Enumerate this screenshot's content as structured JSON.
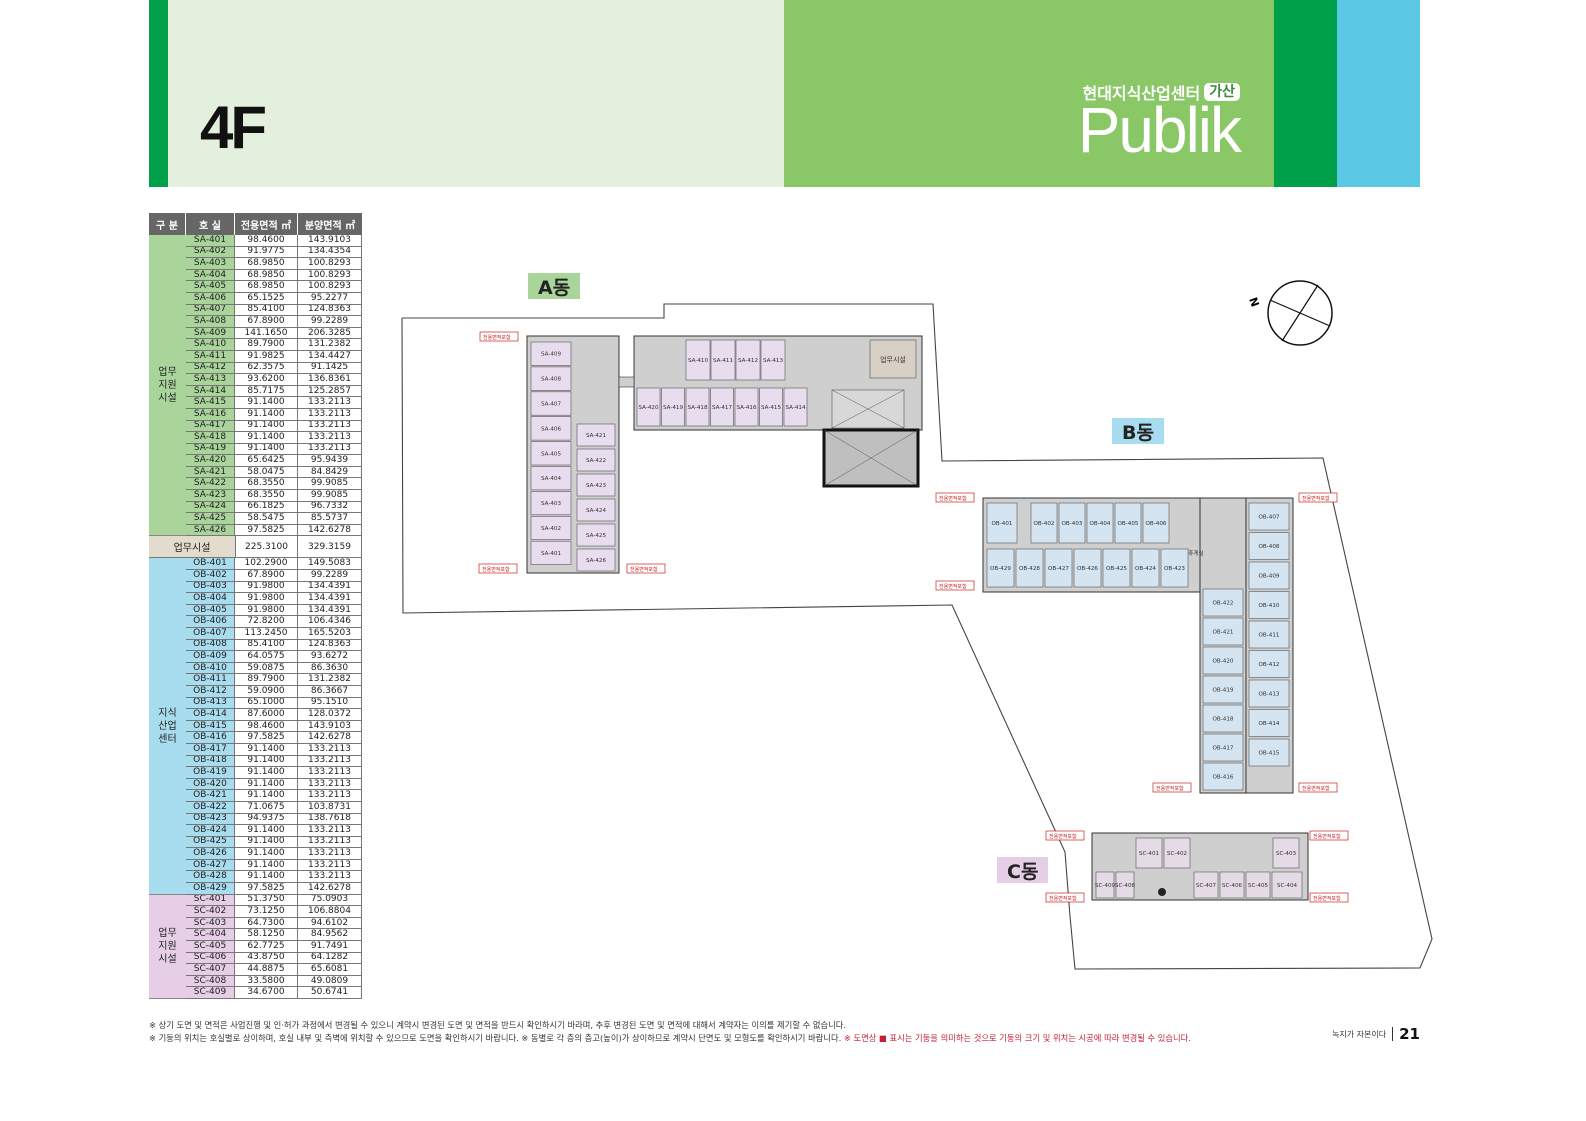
{
  "header": {
    "floor": "4F",
    "brand_sub": "현대지식산업센터",
    "brand_badge": "가산",
    "brand": "Publik"
  },
  "colors": {
    "green_dark": "#00a04a",
    "green_light": "#8ac766",
    "green_pale": "#e4f0de",
    "cyan": "#5bc8e6",
    "sa": "#a9d49a",
    "ob": "#a8dcef",
    "sc": "#e6cfe6"
  },
  "table": {
    "headers": [
      "구 분",
      "호 실",
      "전용면적 ㎡",
      "분양면적 ㎡"
    ],
    "groups": [
      {
        "key": "sa",
        "label": "업무\n지원\n시설",
        "rows": [
          [
            "SA-401",
            "98.4600",
            "143.9103"
          ],
          [
            "SA-402",
            "91.9775",
            "134.4354"
          ],
          [
            "SA-403",
            "68.9850",
            "100.8293"
          ],
          [
            "SA-404",
            "68.9850",
            "100.8293"
          ],
          [
            "SA-405",
            "68.9850",
            "100.8293"
          ],
          [
            "SA-406",
            "65.1525",
            "95.2277"
          ],
          [
            "SA-407",
            "85.4100",
            "124.8363"
          ],
          [
            "SA-408",
            "67.8900",
            "99.2289"
          ],
          [
            "SA-409",
            "141.1650",
            "206.3285"
          ],
          [
            "SA-410",
            "89.7900",
            "131.2382"
          ],
          [
            "SA-411",
            "91.9825",
            "134.4427"
          ],
          [
            "SA-412",
            "62.3575",
            "91.1425"
          ],
          [
            "SA-413",
            "93.6200",
            "136.8361"
          ],
          [
            "SA-414",
            "85.7175",
            "125.2857"
          ],
          [
            "SA-415",
            "91.1400",
            "133.2113"
          ],
          [
            "SA-416",
            "91.1400",
            "133.2113"
          ],
          [
            "SA-417",
            "91.1400",
            "133.2113"
          ],
          [
            "SA-418",
            "91.1400",
            "133.2113"
          ],
          [
            "SA-419",
            "91.1400",
            "133.2113"
          ],
          [
            "SA-420",
            "65.6425",
            "95.9439"
          ],
          [
            "SA-421",
            "58.0475",
            "84.8429"
          ],
          [
            "SA-422",
            "68.3550",
            "99.9085"
          ],
          [
            "SA-423",
            "68.3550",
            "99.9085"
          ],
          [
            "SA-424",
            "66.1825",
            "96.7332"
          ],
          [
            "SA-425",
            "58.5475",
            "85.5737"
          ],
          [
            "SA-426",
            "97.5825",
            "142.6278"
          ]
        ]
      },
      {
        "key": "ob",
        "label": "지식\n산업\n센터",
        "rows": [
          [
            "OB-401",
            "102.2900",
            "149.5083"
          ],
          [
            "OB-402",
            "67.8900",
            "99.2289"
          ],
          [
            "OB-403",
            "91.9800",
            "134.4391"
          ],
          [
            "OB-404",
            "91.9800",
            "134.4391"
          ],
          [
            "OB-405",
            "91.9800",
            "134.4391"
          ],
          [
            "OB-406",
            "72.8200",
            "106.4346"
          ],
          [
            "OB-407",
            "113.2450",
            "165.5203"
          ],
          [
            "OB-408",
            "85.4100",
            "124.8363"
          ],
          [
            "OB-409",
            "64.0575",
            "93.6272"
          ],
          [
            "OB-410",
            "59.0875",
            "86.3630"
          ],
          [
            "OB-411",
            "89.7900",
            "131.2382"
          ],
          [
            "OB-412",
            "59.0900",
            "86.3667"
          ],
          [
            "OB-413",
            "65.1000",
            "95.1510"
          ],
          [
            "OB-414",
            "87.6000",
            "128.0372"
          ],
          [
            "OB-415",
            "98.4600",
            "143.9103"
          ],
          [
            "OB-416",
            "97.5825",
            "142.6278"
          ],
          [
            "OB-417",
            "91.1400",
            "133.2113"
          ],
          [
            "OB-418",
            "91.1400",
            "133.2113"
          ],
          [
            "OB-419",
            "91.1400",
            "133.2113"
          ],
          [
            "OB-420",
            "91.1400",
            "133.2113"
          ],
          [
            "OB-421",
            "91.1400",
            "133.2113"
          ],
          [
            "OB-422",
            "71.0675",
            "103.8731"
          ],
          [
            "OB-423",
            "94.9375",
            "138.7618"
          ],
          [
            "OB-424",
            "91.1400",
            "133.2113"
          ],
          [
            "OB-425",
            "91.1400",
            "133.2113"
          ],
          [
            "OB-426",
            "91.1400",
            "133.2113"
          ],
          [
            "OB-427",
            "91.1400",
            "133.2113"
          ],
          [
            "OB-428",
            "91.1400",
            "133.2113"
          ],
          [
            "OB-429",
            "97.5825",
            "142.6278"
          ]
        ]
      },
      {
        "key": "sc",
        "label": "업무\n지원\n시설",
        "rows": [
          [
            "SC-401",
            "51.3750",
            "75.0903"
          ],
          [
            "SC-402",
            "73.1250",
            "106.8804"
          ],
          [
            "SC-403",
            "64.7300",
            "94.6102"
          ],
          [
            "SC-404",
            "58.1250",
            "84.9562"
          ],
          [
            "SC-405",
            "62.7725",
            "91.7491"
          ],
          [
            "SC-406",
            "43.8750",
            "64.1282"
          ],
          [
            "SC-407",
            "44.8875",
            "65.6081"
          ],
          [
            "SC-408",
            "33.5800",
            "49.0809"
          ],
          [
            "SC-409",
            "34.6700",
            "50.6741"
          ]
        ]
      }
    ],
    "special": {
      "label": "업무시설",
      "area": "225.3100",
      "sale": "329.3159"
    }
  },
  "plan": {
    "tag_a": "A동",
    "tag_b": "B동",
    "tag_c": "C동",
    "north": "N",
    "chip": "전용면적포함",
    "facility": "업무시설",
    "rest": "휴게실",
    "a_left": [
      "SA-409",
      "SA-408",
      "SA-407",
      "SA-406",
      "SA-405",
      "SA-404",
      "SA-403",
      "SA-402",
      "SA-401"
    ],
    "a_mid": [
      "SA-421",
      "SA-422",
      "SA-423",
      "SA-424",
      "SA-425",
      "SA-426"
    ],
    "a_top": [
      "SA-410",
      "SA-411",
      "SA-412",
      "SA-413"
    ],
    "a_bot": [
      "SA-420",
      "SA-419",
      "SA-418",
      "SA-417",
      "SA-416",
      "SA-415",
      "SA-414"
    ],
    "b_top": [
      "OB-401",
      "OB-402",
      "OB-403",
      "OB-404",
      "OB-405",
      "OB-406"
    ],
    "b_bot": [
      "OB-429",
      "OB-428",
      "OB-427",
      "OB-426",
      "OB-425",
      "OB-424",
      "OB-423"
    ],
    "b_right": [
      "OB-407",
      "OB-408",
      "OB-409",
      "OB-410",
      "OB-411",
      "OB-412",
      "OB-413",
      "OB-414",
      "OB-415"
    ],
    "b_left": [
      "OB-422",
      "OB-421",
      "OB-420",
      "OB-419",
      "OB-418",
      "OB-417",
      "OB-416"
    ],
    "c_top": [
      "SC-401",
      "SC-402",
      "SC-403"
    ],
    "c_bot": [
      "SC-409",
      "SC-408",
      "SC-407",
      "SC-406",
      "SC-405",
      "SC-404"
    ]
  },
  "footer": {
    "note1": "※ 상기 도면 및 면적은 사업진행 및 인·허가 과정에서 변경될 수 있으니 계약시 변경된 도면 및 면적을 반드시 확인하시기 바라며, 추후 변경된 도면 및 면적에 대해서 계약자는 이의를 제기할 수 없습니다.",
    "note2a": "※ 기둥의 위치는 호실별로 상이하며, 호실 내부 및 측벽에 위치할 수 있으므로 도면을 확인하시기 바랍니다.  ※ 동별로 각 층의 층고(높이)가 상이하므로 계약시 단면도 및 모형도를 확인하시기 바랍니다.",
    "note2b": "※ 도면상 ■ 표시는 기둥을 의미하는 것으로 기둥의 크기 및 위치는 시공에 따라 변경될 수 있습니다.",
    "page_text": "녹지가 자본이다",
    "page_num": "21"
  }
}
